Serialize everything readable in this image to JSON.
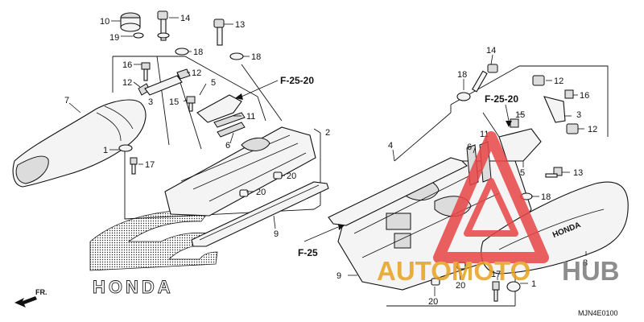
{
  "diagram": {
    "drawing_code": "MJN4E0100",
    "front_arrow_label": "FR.",
    "reference_labels": [
      "F-25-20",
      "F-25-20",
      "F-25"
    ],
    "callouts": [
      {
        "id": "c10",
        "text": "10"
      },
      {
        "id": "c19",
        "text": "19"
      },
      {
        "id": "c14a",
        "text": "14"
      },
      {
        "id": "c13a",
        "text": "13"
      },
      {
        "id": "c18a",
        "text": "18"
      },
      {
        "id": "c18b",
        "text": "18"
      },
      {
        "id": "c16a",
        "text": "16"
      },
      {
        "id": "c12a",
        "text": "12"
      },
      {
        "id": "c12b",
        "text": "12"
      },
      {
        "id": "c3a",
        "text": "3"
      },
      {
        "id": "c5a",
        "text": "5"
      },
      {
        "id": "c15a",
        "text": "15"
      },
      {
        "id": "c7",
        "text": "7"
      },
      {
        "id": "c11a",
        "text": "11"
      },
      {
        "id": "c6a",
        "text": "6"
      },
      {
        "id": "c2",
        "text": "2"
      },
      {
        "id": "c1a",
        "text": "1"
      },
      {
        "id": "c17a",
        "text": "17"
      },
      {
        "id": "c20a",
        "text": "20"
      },
      {
        "id": "c20b",
        "text": "20"
      },
      {
        "id": "c9a",
        "text": "9"
      },
      {
        "id": "c4",
        "text": "4"
      },
      {
        "id": "c18c",
        "text": "18"
      },
      {
        "id": "c14b",
        "text": "14"
      },
      {
        "id": "c12c",
        "text": "12"
      },
      {
        "id": "c16b",
        "text": "16"
      },
      {
        "id": "c3b",
        "text": "3"
      },
      {
        "id": "c15b",
        "text": "15"
      },
      {
        "id": "c12d",
        "text": "12"
      },
      {
        "id": "c11b",
        "text": "11"
      },
      {
        "id": "c6b",
        "text": "6"
      },
      {
        "id": "c5b",
        "text": "5"
      },
      {
        "id": "c13b",
        "text": "13"
      },
      {
        "id": "c18d",
        "text": "18"
      },
      {
        "id": "c8",
        "text": "8"
      },
      {
        "id": "c9b",
        "text": "9"
      },
      {
        "id": "c20c",
        "text": "20"
      },
      {
        "id": "c20d",
        "text": "20"
      },
      {
        "id": "c17b",
        "text": "17"
      },
      {
        "id": "c1b",
        "text": "1"
      }
    ],
    "brand_text": [
      "HONDA",
      "HONDA"
    ]
  },
  "watermark": {
    "text_a": "AUTOMOTO",
    "text_b": "HUB",
    "color_a": "#e8a020",
    "color_b": "#7a7a7a",
    "triangle_color": "#e84545"
  }
}
